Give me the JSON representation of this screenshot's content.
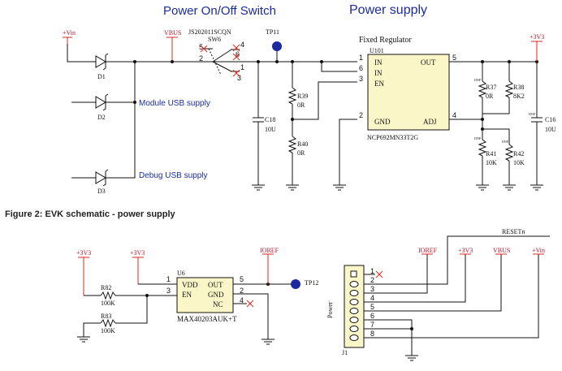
{
  "figure_caption": "Figure 2: EVK schematic - power supply",
  "top_titles": {
    "switch_section": "Power On/Off Switch",
    "supply_section": "Power supply"
  },
  "nets": {
    "vin": "+Vin",
    "vbus": "VBUS",
    "v3v3": "+3V3",
    "ioref": "IOREF",
    "resetn": "RESETn"
  },
  "diodes": {
    "d1": "D1",
    "d2": "D2",
    "d3": "D3",
    "module_usb": "Module USB supply",
    "debug_usb": "Debug USB supply"
  },
  "switch": {
    "part": "JS202011SCQN",
    "ref": "SW6",
    "pins": [
      "1",
      "2",
      "3",
      "4",
      "5",
      "6"
    ]
  },
  "test_points": {
    "tp11": "TP11",
    "tp12": "TP12"
  },
  "regulator": {
    "title": "Fixed Regulator",
    "ref": "U101",
    "part": "NCP692MN33T2G",
    "pins": {
      "in1": "IN",
      "in2": "IN",
      "en": "EN",
      "gnd": "GND",
      "out": "OUT",
      "adj": "ADJ"
    },
    "pin_numbers": {
      "in1": "1",
      "in2": "6",
      "en": "3",
      "gnd": "2",
      "out": "5",
      "adj": "4"
    }
  },
  "passives": {
    "c18": {
      "ref": "C18",
      "value": "10U"
    },
    "c16": {
      "ref": "C16",
      "value": "10U"
    },
    "r39": {
      "ref": "R39",
      "value": "0R"
    },
    "r40": {
      "ref": "R40",
      "value": "0R"
    },
    "r37": {
      "ref": "R37",
      "value": "0R"
    },
    "r38": {
      "ref": "R38",
      "value": "8K2"
    },
    "r41": {
      "ref": "R41",
      "value": "10K"
    },
    "r42": {
      "ref": "R42",
      "value": "10K"
    },
    "r82": {
      "ref": "R82",
      "value": "100K"
    },
    "r83": {
      "ref": "R83",
      "value": "100K"
    },
    "dnp_mark": "DNP"
  },
  "u6": {
    "ref": "U6",
    "part": "MAX40203AUK+T",
    "pins": {
      "vdd": "VDD",
      "en": "EN",
      "out": "OUT",
      "gnd": "GND",
      "nc": "NC"
    },
    "pin_numbers": {
      "vdd": "1",
      "en": "3",
      "out": "5",
      "gnd": "2",
      "nc": "4"
    }
  },
  "connector": {
    "ref": "J1",
    "label": "Power",
    "pins": [
      "1",
      "2",
      "3",
      "4",
      "5",
      "6",
      "7",
      "8"
    ]
  }
}
